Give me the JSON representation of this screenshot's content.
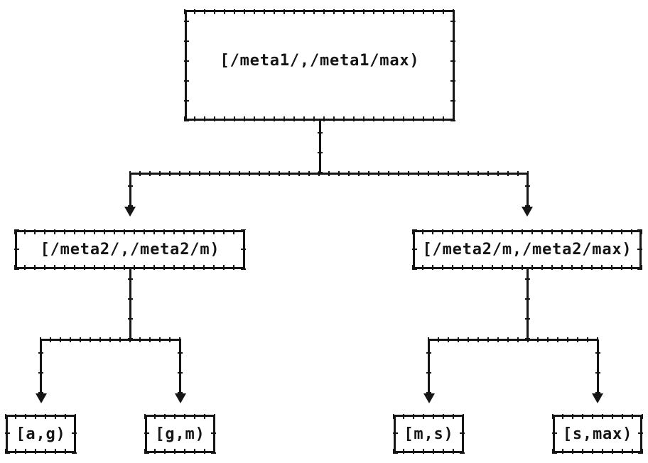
{
  "diagram": {
    "type": "tree",
    "root": {
      "label": "[/meta1/,/meta1/max)"
    },
    "children": [
      {
        "label": "[/meta2/,/meta2/m)",
        "children": [
          {
            "label": "[a,g)"
          },
          {
            "label": "[g,m)"
          }
        ]
      },
      {
        "label": "[/meta2/m,/meta2/max)",
        "children": [
          {
            "label": "[m,s)"
          },
          {
            "label": "[s,max)"
          }
        ]
      }
    ],
    "colors": {
      "ink": "#151515",
      "background": "#ffffff"
    }
  }
}
